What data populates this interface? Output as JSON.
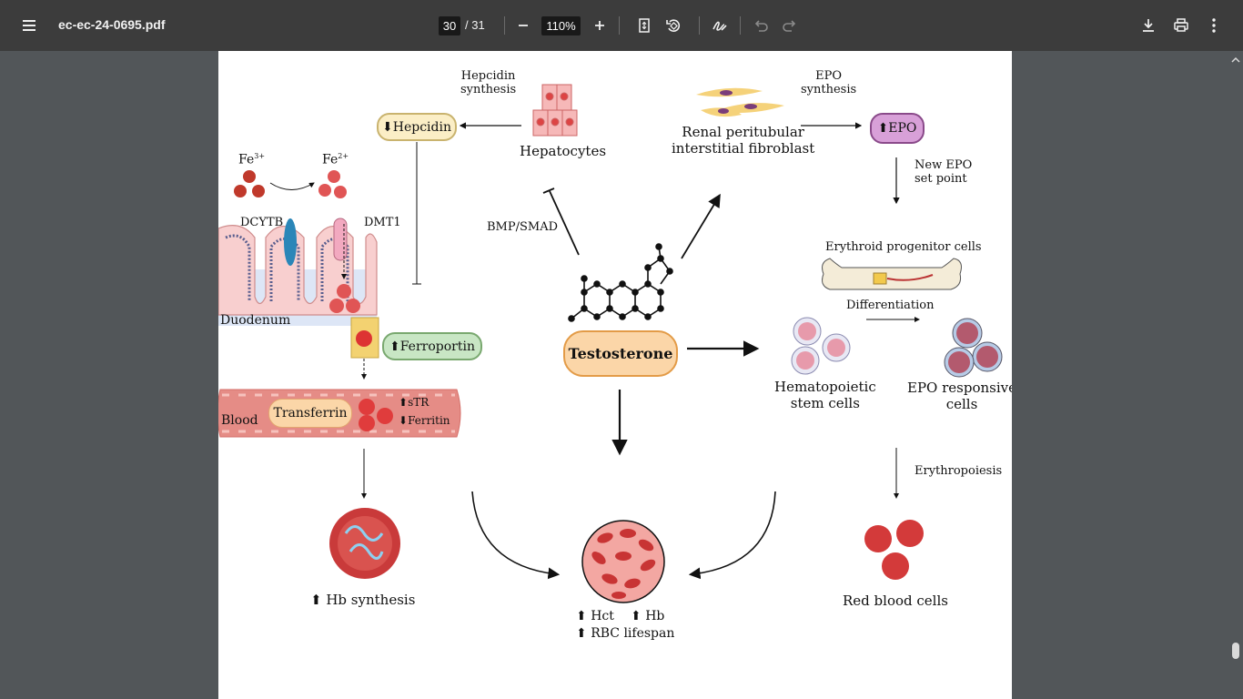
{
  "toolbar": {
    "title": "ec-ec-24-0695.pdf",
    "page_current": "30",
    "page_total": "/ 31",
    "zoom": "110%"
  },
  "figure": {
    "hepcidin_synthesis": "Hepcidin\nsynthesis",
    "hepcidin": "Hepcidin",
    "hepatocytes": "Hepatocytes",
    "renal": "Renal peritubular\ninterstitial fibroblast",
    "epo_synthesis": "EPO\nsynthesis",
    "epo": "EPO",
    "fe3": "Fe",
    "fe3_sup": "3+",
    "fe2": "Fe",
    "fe2_sup": "2+",
    "dcytb": "DCYTB",
    "dmt1": "DMT1",
    "duodenum": "Duodenum",
    "bmp_smad": "BMP/SMAD",
    "new_epo": "New EPO\nset point",
    "erythroid": "Erythroid progenitor cells",
    "differentiation": "Differentiation",
    "ferroportin": "Ferroportin",
    "testosterone": "Testosterone",
    "hsc": "Hematopoietic\nstem cells",
    "epo_responsive": "EPO responsive\ncells",
    "blood": "Blood",
    "transferrin": "Transferrin",
    "str": "sTR",
    "ferritin": "Ferritin",
    "erythropoiesis": "Erythropoiesis",
    "hb_synthesis": "Hb synthesis",
    "hct": "Hct",
    "hb": "Hb",
    "rbc_lifespan": "RBC lifespan",
    "red_blood_cells": "Red blood cells"
  }
}
